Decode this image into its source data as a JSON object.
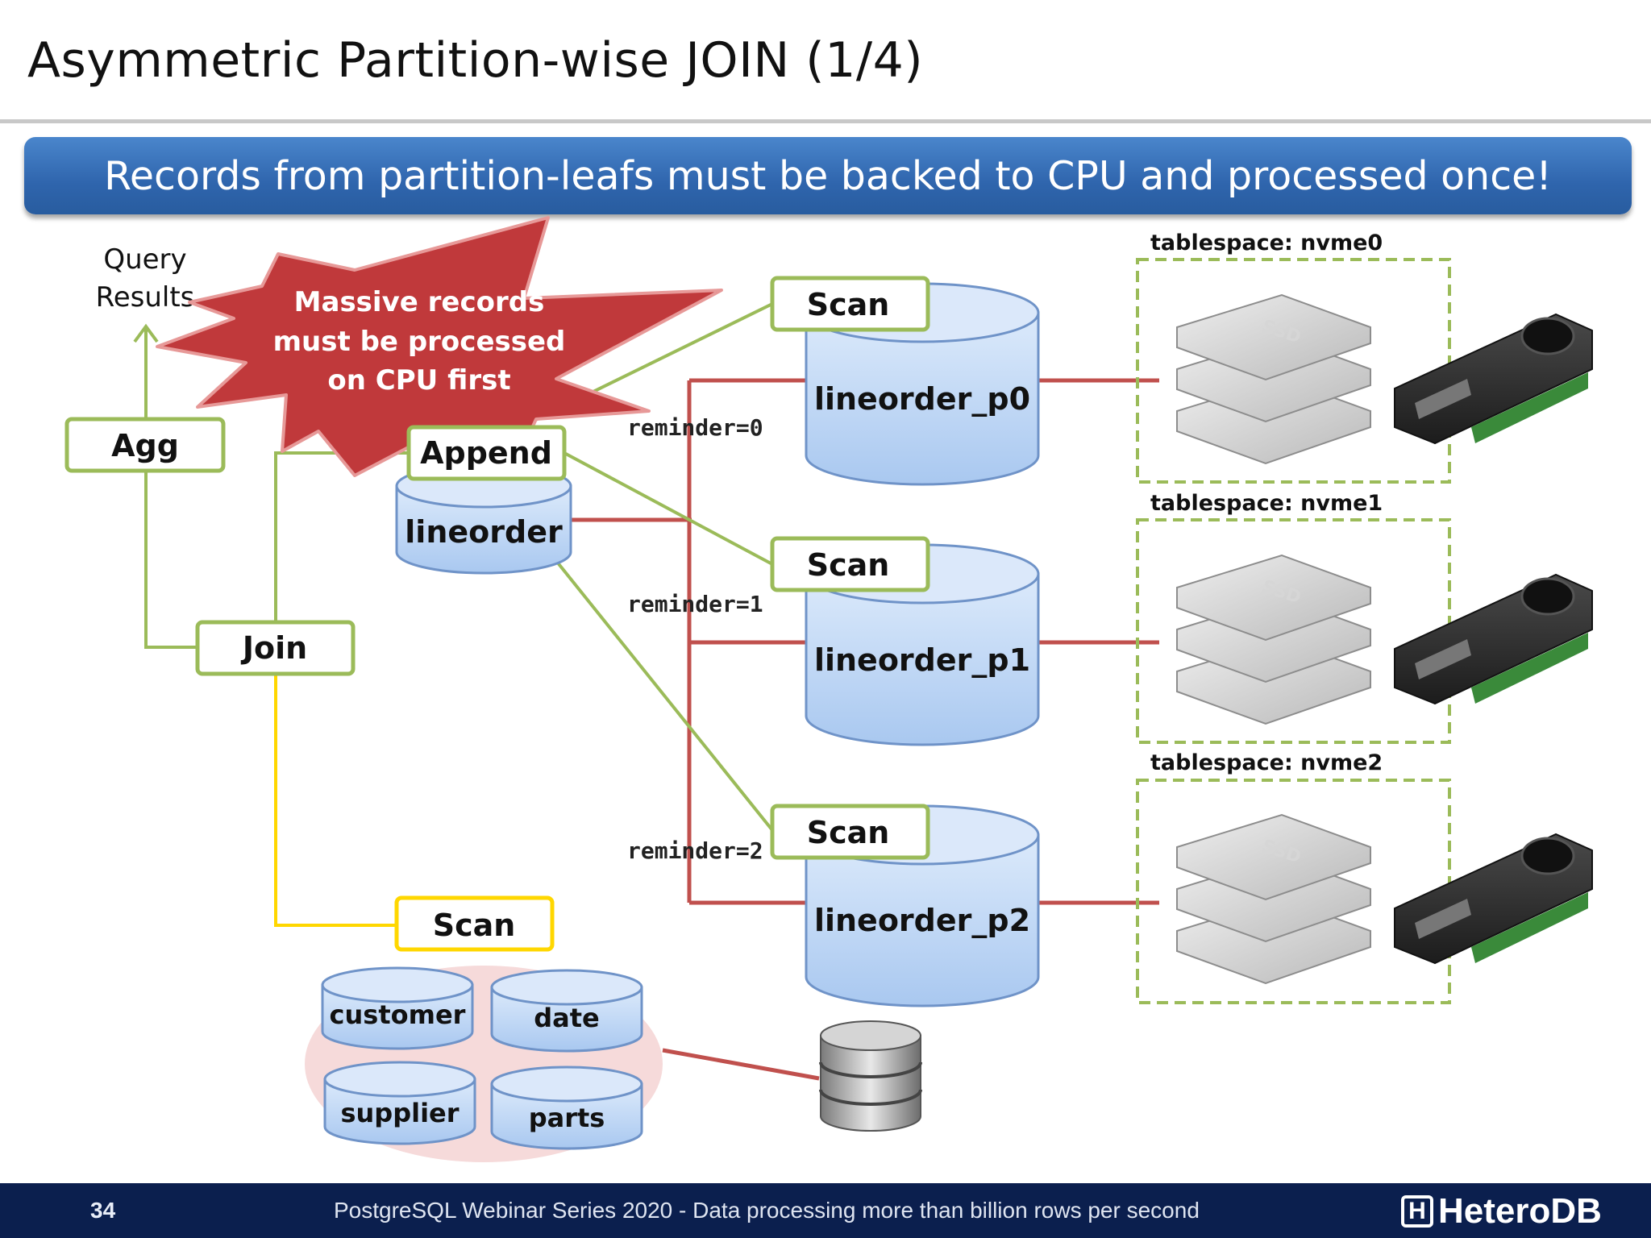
{
  "slide": {
    "title": "Asymmetric Partition-wise JOIN (1/4)",
    "banner": "Records from partition-leafs must be backed to CPU and processed once!",
    "page_number": "34",
    "footer_text": "PostgreSQL Webinar Series 2020 - Data processing more than billion rows per second",
    "brand": "HeteroDB"
  },
  "diagram": {
    "query_results": [
      "Query",
      "Results"
    ],
    "starburst": [
      "Massive records",
      "must be processed",
      "on CPU first"
    ],
    "nodes": {
      "agg": "Agg",
      "append": "Append",
      "join": "Join",
      "scan_p0": "Scan",
      "scan_p1": "Scan",
      "scan_p2": "Scan",
      "scan_dim": "Scan"
    },
    "tables": {
      "lineorder": "lineorder",
      "p0": "lineorder_p0",
      "p1": "lineorder_p1",
      "p2": "lineorder_p2",
      "customer": "customer",
      "date": "date",
      "supplier": "supplier",
      "parts": "parts"
    },
    "reminders": [
      "reminder=0",
      "reminder=1",
      "reminder=2"
    ],
    "tablespaces": [
      "tablespace: nvme0",
      "tablespace: nvme1",
      "tablespace: nvme2"
    ],
    "ssd_label": "SSD"
  }
}
